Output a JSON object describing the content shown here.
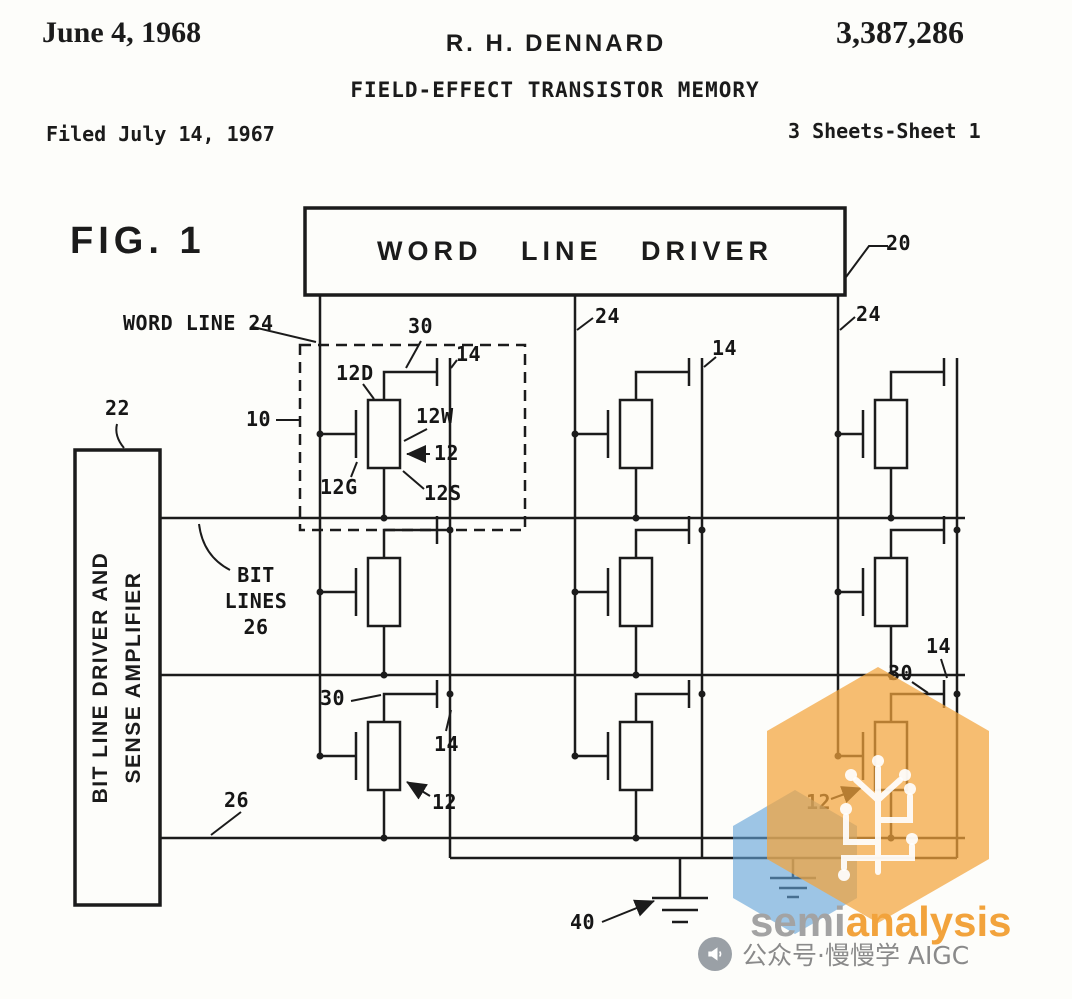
{
  "header": {
    "date": "June 4, 1968",
    "inventor": "R. H. DENNARD",
    "patent_number": "3,387,286",
    "doc_title": "FIELD-EFFECT TRANSISTOR MEMORY",
    "filed": "Filed July 14, 1967",
    "sheet_info": "3 Sheets-Sheet 1"
  },
  "figure": {
    "fig_label": "FIG. 1",
    "word_line_driver": "WORD LINE DRIVER",
    "bit_line_driver_line1": "BIT LINE DRIVER AND",
    "bit_line_driver_line2": "SENSE AMPLIFIER",
    "refs": {
      "driver_box": "20",
      "word_line_label": "WORD LINE 24",
      "word_line_mid": "24",
      "word_line_right": "24",
      "cell_boundary": "10",
      "bit_driver_box": "22",
      "cell11_wire": "30",
      "cell11_drain": "12D",
      "cell11_cap": "14",
      "cell11_well": "12W",
      "cell11_device": "12",
      "cell11_gate": "12G",
      "cell11_source": "12S",
      "cell21_cap": "14",
      "bit_lines_word1": "BIT",
      "bit_lines_word2": "LINES",
      "bit_lines_word3": "26",
      "bit_line_lower": "26",
      "cell13_wire": "30",
      "cell13_cap": "14",
      "cell13_device": "12",
      "cell33_cap": "14",
      "cell33_wire": "30",
      "cell33_device": "12",
      "ground": "40"
    }
  },
  "watermark": {
    "brand_gray": "semi",
    "brand_orange": "analysis",
    "caption": "公众号·慢慢学 AIGC"
  },
  "colors": {
    "ink": "#1b1b1b",
    "watermark_orange": "#F2A33C",
    "watermark_blue": "#63A3D8",
    "brand_gray": "#A3A3A3",
    "caption_gray": "#8A8A8A"
  }
}
